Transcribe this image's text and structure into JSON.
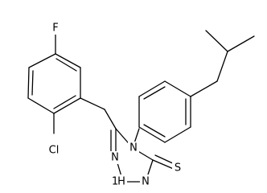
{
  "structure": {
    "atom_labels": {
      "fluorine": "F",
      "chlorine": "Cl",
      "ring_nitrogen_4": "N",
      "ring_nitrogen_3": "N",
      "ring_nh": "N",
      "ring_nh_h": "H",
      "ring_nh_locant": "1",
      "thione_sulfur": "S"
    }
  }
}
